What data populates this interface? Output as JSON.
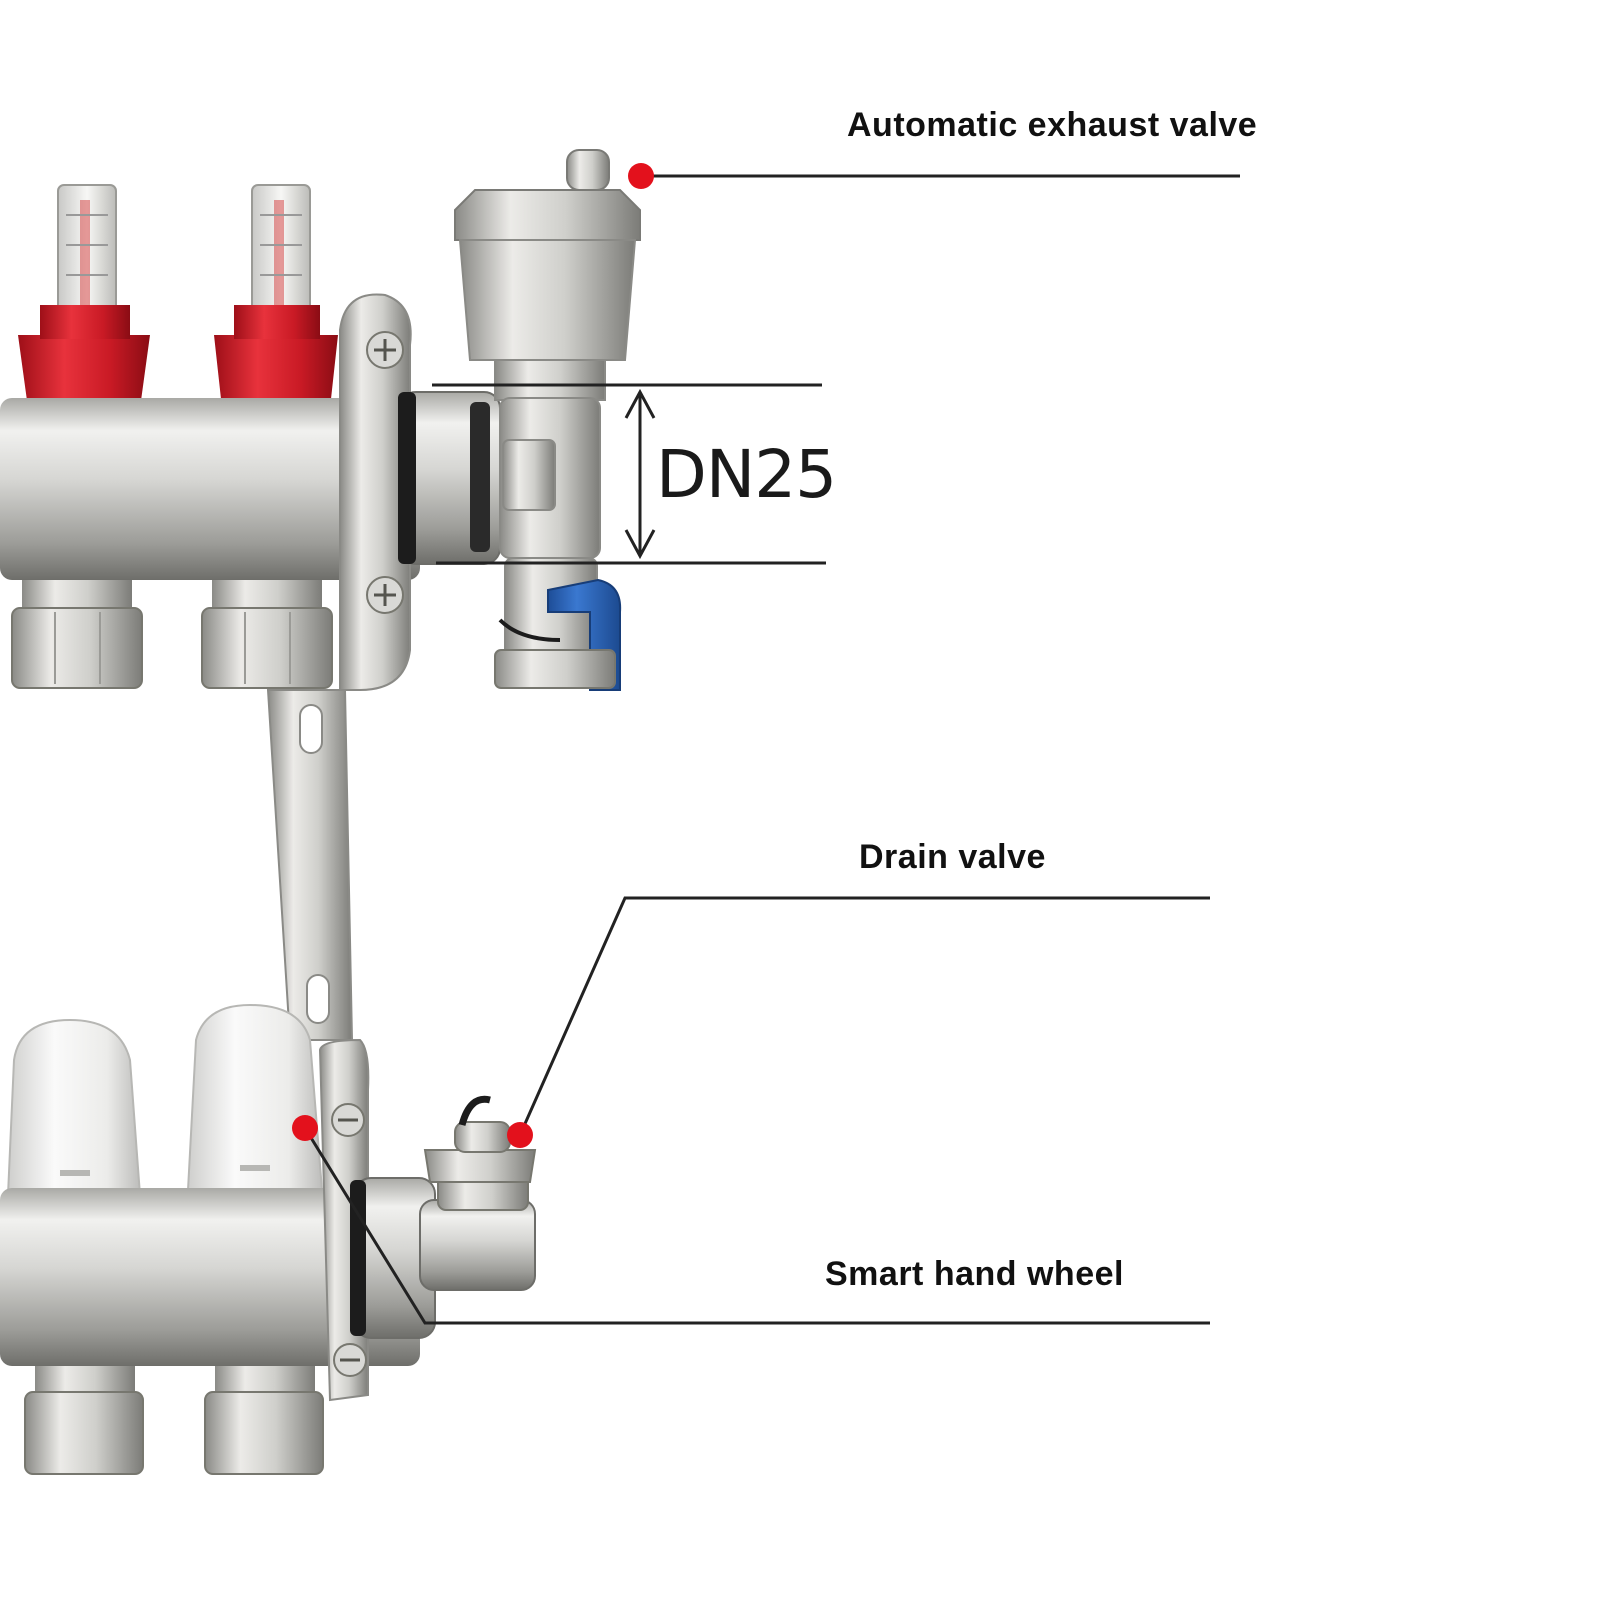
{
  "callouts": {
    "exhaust": {
      "label": "Automatic exhaust valve"
    },
    "drain": {
      "label": "Drain valve"
    },
    "hand_wheel": {
      "label": "Smart hand wheel"
    }
  },
  "dimension": {
    "label": "DN25"
  },
  "colors": {
    "callout_dot": "#e3111c",
    "leader_line": "#222222",
    "steel_light": "#e4e4e2",
    "steel_dark": "#8e8e8a",
    "flow_meter_red": "#d41e2a",
    "ball_valve_blue": "#2a63b9",
    "hand_wheel_white": "#f2f2f2",
    "gasket_black": "#1c1c1c"
  },
  "icons": {
    "exhaust_valve": "automatic-air-vent-icon",
    "ball_valve": "drain-ball-valve-icon",
    "hand_wheel": "hand-wheel-cap-icon"
  }
}
